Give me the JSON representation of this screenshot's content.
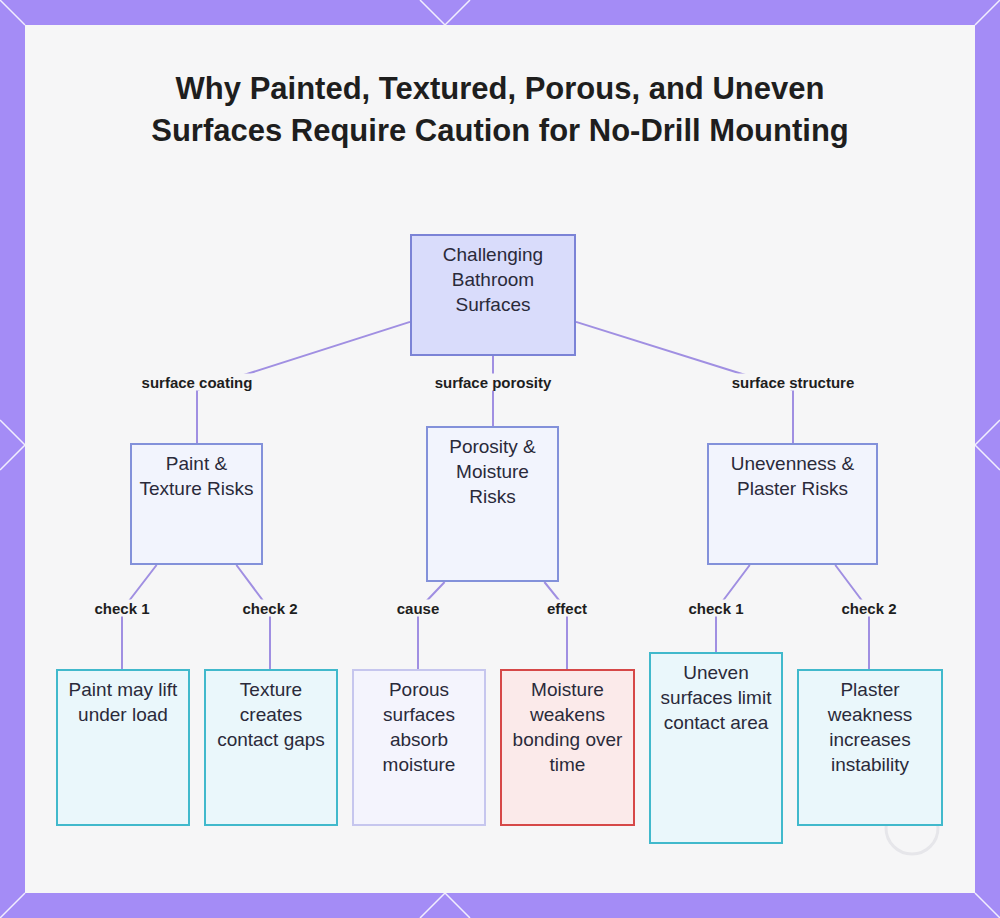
{
  "diagram": {
    "title": "Why Painted, Textured, Porous, and Uneven Surfaces Require Caution for No-Drill Mounting",
    "nodes": [
      {
        "text": [
          "Challenging Bathroom Surfaces"
        ]
      },
      {
        "text": [
          "Paint & Texture Risks"
        ]
      },
      {
        "text": [
          "Porosity & Moisture Risks"
        ]
      },
      {
        "text": [
          "Unevenness & Plaster Risks"
        ]
      },
      {
        "text": [
          "Paint may lift under load"
        ]
      },
      {
        "text": [
          "Texture creates contact gaps"
        ]
      },
      {
        "text": [
          "Porous surfaces absorb moisture"
        ]
      },
      {
        "text": [
          "Moisture weakens bonding over time"
        ]
      },
      {
        "text": [
          "Uneven surfaces limit contact area"
        ]
      },
      {
        "text": [
          "Plaster weakness increases instability"
        ]
      }
    ],
    "edges": [
      {
        "from": 0,
        "to": 1,
        "arrow": "none",
        "label": "surface coating"
      },
      {
        "from": 0,
        "to": 2,
        "arrow": "none",
        "label": "surface porosity"
      },
      {
        "from": 0,
        "to": 3,
        "arrow": "none",
        "label": "surface structure"
      },
      {
        "from": 1,
        "to": 4,
        "arrow": "none",
        "label": "check 1"
      },
      {
        "from": 1,
        "to": 5,
        "arrow": "none",
        "label": "check 2"
      },
      {
        "from": 2,
        "to": 6,
        "arrow": "none",
        "label": "cause"
      },
      {
        "from": 2,
        "to": 7,
        "arrow": "none",
        "label": "effect"
      },
      {
        "from": 3,
        "to": 8,
        "arrow": "none",
        "label": "check 1"
      },
      {
        "from": 3,
        "to": 9,
        "arrow": "none",
        "label": "check 2"
      }
    ]
  }
}
